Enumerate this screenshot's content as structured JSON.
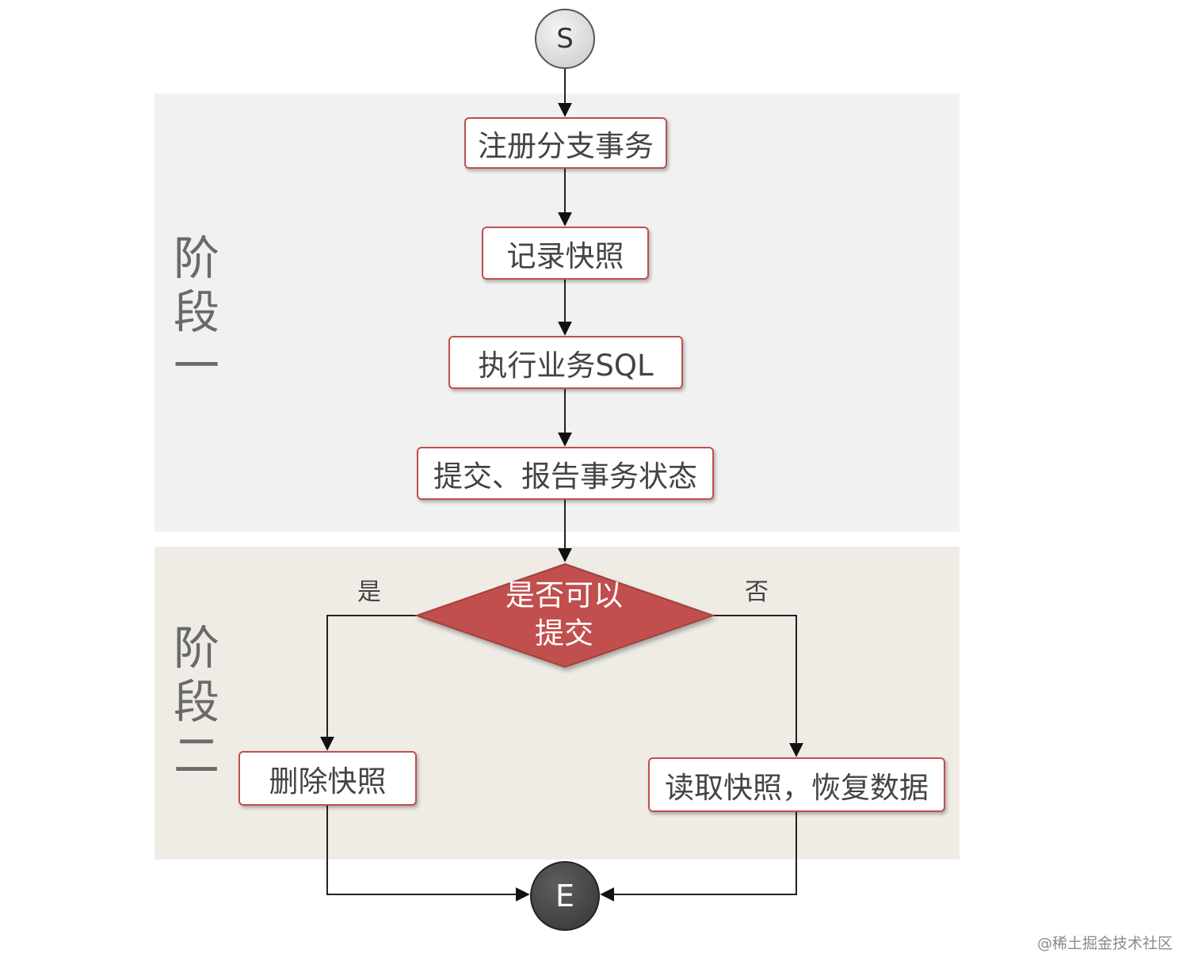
{
  "phases": [
    {
      "label_chars": [
        "阶",
        "段",
        "一"
      ]
    },
    {
      "label_chars": [
        "阶",
        "段",
        "二"
      ]
    }
  ],
  "nodes": {
    "start": "S",
    "register_branch": "注册分支事务",
    "record_snapshot": "记录快照",
    "execute_sql": "执行业务SQL",
    "commit_report": "提交、报告事务状态",
    "decision_line1": "是否可以",
    "decision_line2": "提交",
    "delete_snapshot": "删除快照",
    "restore_data": "读取快照，恢复数据",
    "end": "E"
  },
  "edges": {
    "yes": "是",
    "no": "否"
  },
  "colors": {
    "node_border": "#c0504d",
    "decision_fill": "#c0504d",
    "band_phase1": "#f1f1f1",
    "band_phase2": "#eeece5",
    "arrow": "#222222"
  },
  "watermark": "@稀土掘金技术社区"
}
